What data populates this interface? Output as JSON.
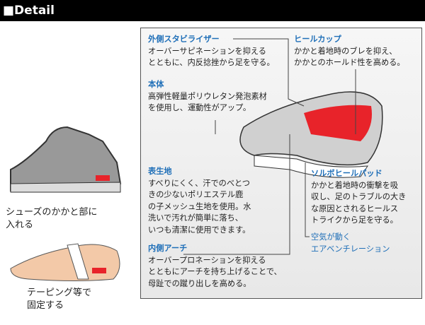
{
  "header": {
    "title": "■Detail"
  },
  "left": {
    "caption_shoe": [
      "シューズのかかと部に",
      "入れる"
    ],
    "caption_foot": [
      "テーピング等で",
      "固定する"
    ]
  },
  "callouts": [
    {
      "title": "外側スタビライザー",
      "lines": [
        "オーバーサピネーションを抑える",
        "とともに、内反捻挫から足を守る。"
      ]
    },
    {
      "title": "ヒールカップ",
      "lines": [
        "かかと着地時のブレを抑え、",
        "かかとのホールド性を高める。"
      ]
    },
    {
      "title": "本体",
      "lines": [
        "高弾性軽量ポリウレタン発泡素材",
        "を使用し、運動性がアップ。"
      ]
    },
    {
      "title": "表生地",
      "lines": [
        "すべりにくく、汗でのべとつ",
        "きの少ないポリエステル鹿",
        "の子メッシュ生地を使用。水",
        "洗いで汚れが簡単に落ち、",
        "いつも清潔に使用できます。"
      ]
    },
    {
      "title": "ソルボヒールパッド",
      "lines": [
        "かかと着地時の衝撃を吸",
        "収し、足のトラブルの大き",
        "な原因とされるヒールス",
        "トライクから足を守る。"
      ]
    },
    {
      "title": "空気が動く",
      "lines": [
        "エアベンチレーション"
      ]
    },
    {
      "title": "内側アーチ",
      "lines": [
        "オーバープロネーションを抑える",
        "とともにアーチを持ち上げることで、",
        "母趾での蹴り出しを高める。"
      ]
    }
  ],
  "colors": {
    "accent": "#1f6fb8",
    "pad": "#e8232a"
  }
}
